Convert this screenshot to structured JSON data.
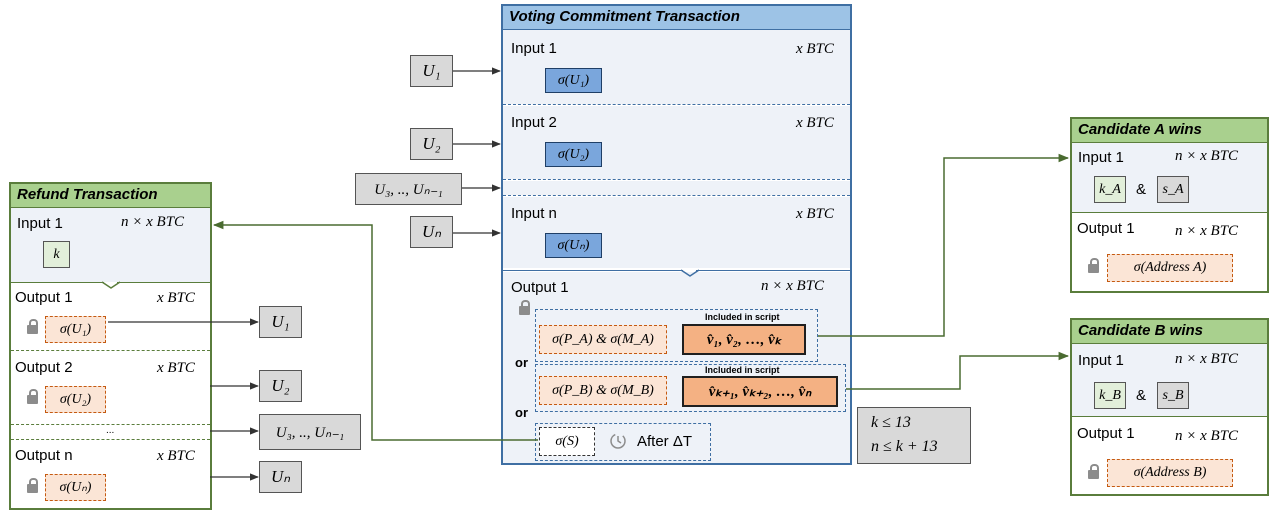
{
  "voting": {
    "title": "Voting Commitment Transaction",
    "inputs": [
      {
        "label": "Input 1",
        "amount": "x BTC",
        "sig": "σ(U₁)",
        "user": "U₁"
      },
      {
        "label": "Input 2",
        "amount": "x BTC",
        "sig": "σ(U₂)",
        "user": "U₂"
      },
      {
        "label": "Input n",
        "amount": "x BTC",
        "sig": "σ(Uₙ)",
        "user": "Uₙ"
      }
    ],
    "middle_user": "U₃, .., Uₙ₋₁",
    "output": {
      "label": "Output 1",
      "amount": "n × x BTC",
      "cond_a_sig": "σ(P_A) & σ(M_A)",
      "cond_a_script": "v̂₁, v̂₂, …, v̂ₖ",
      "cond_b_sig": "σ(P_B) & σ(M_B)",
      "cond_b_script": "v̂ₖ₊₁, v̂ₖ₊₂, …, v̂ₙ",
      "included_label": "Included in script",
      "or_label": "or",
      "refund_sig": "σ(S)",
      "after_label": "After ΔT"
    }
  },
  "constraints": {
    "line1": "k ≤ 13",
    "line2": "n ≤ k + 13"
  },
  "refund": {
    "title": "Refund Transaction",
    "input_label": "Input 1",
    "input_amount": "n × x BTC",
    "input_key": "k",
    "outputs": [
      {
        "label": "Output 1",
        "amount": "x BTC",
        "sig": "σ(U₁)",
        "user": "U₁"
      },
      {
        "label": "Output 2",
        "amount": "x BTC",
        "sig": "σ(U₂)",
        "user": "U₂"
      },
      {
        "label": "Output n",
        "amount": "x BTC",
        "sig": "σ(Uₙ)",
        "user": "Uₙ"
      }
    ],
    "ellipsis": "...",
    "middle_user": "U₃, .., Uₙ₋₁"
  },
  "cand_a": {
    "title": "Candidate A wins",
    "input_label": "Input 1",
    "input_amount": "n × x BTC",
    "key1": "k_A",
    "amp": "&",
    "key2": "s_A",
    "output_label": "Output 1",
    "output_amount": "n × x BTC",
    "sig": "σ(Address A)"
  },
  "cand_b": {
    "title": "Candidate B wins",
    "input_label": "Input 1",
    "input_amount": "n × x BTC",
    "key1": "k_B",
    "amp": "&",
    "key2": "s_B",
    "output_label": "Output 1",
    "output_amount": "n × x BTC",
    "sig": "σ(Address B)"
  },
  "colors": {
    "green_title": "#a9d08e",
    "green_border": "#5a7d3c",
    "blue_title": "#9dc3e6",
    "blue_border": "#3f6fa3",
    "sig_blue": "#7aa6dc",
    "sig_orange": "#fbe5d6",
    "script_orange": "#f4b183",
    "user_box": "#d9d9d9",
    "arrow": "#4a6b30",
    "lock": "lock-icon",
    "clock": "clock-icon"
  }
}
